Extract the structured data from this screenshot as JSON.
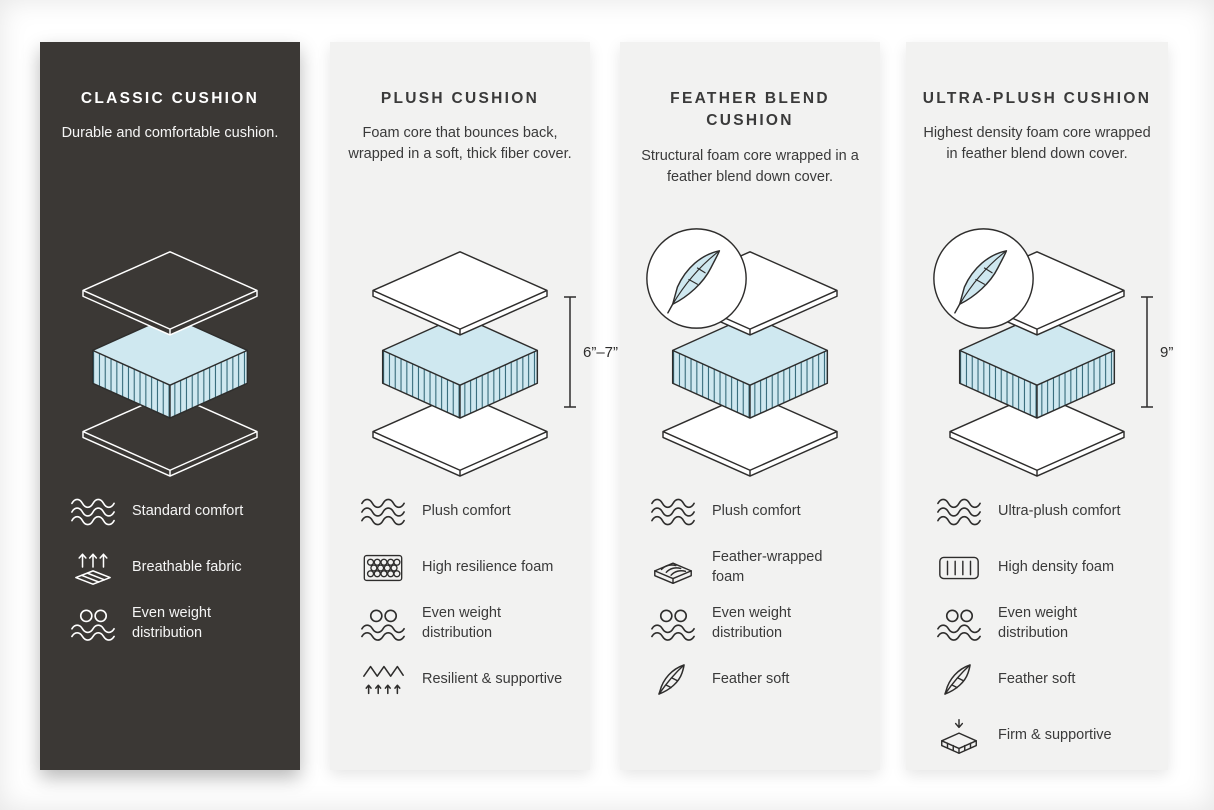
{
  "colors": {
    "page_background": "#ffffff",
    "dark_card_background": "#3b3835",
    "light_card_background": "#f2f2f1",
    "cushion_fill_blue": "#cfe8f0",
    "line_dark": "#2e2d2c",
    "line_light": "#ffffff"
  },
  "cards": [
    {
      "id": "classic-cushion",
      "theme": "dark",
      "title": "CLASSIC CUSHION",
      "description": "Durable and comfortable cushion.",
      "illustration": {
        "type": "layered-cushion"
      },
      "features": [
        {
          "icon": "wave-icon",
          "label": "Standard comfort"
        },
        {
          "icon": "breathable-icon",
          "label": "Breathable fabric"
        },
        {
          "icon": "even-weight-icon",
          "label": "Even weight distribution"
        }
      ]
    },
    {
      "id": "plush-cushion",
      "theme": "light",
      "title": "PLUSH CUSHION",
      "description": "Foam core that bounces back, wrapped in a soft, thick fiber cover.",
      "dimension": "6”–7”",
      "illustration": {
        "type": "layered-cushion",
        "dimension_icon": "height-dimension-icon"
      },
      "features": [
        {
          "icon": "wave-icon",
          "label": "Plush comfort"
        },
        {
          "icon": "honeycomb-icon",
          "label": "High resilience foam"
        },
        {
          "icon": "even-weight-icon",
          "label": "Even weight distribution"
        },
        {
          "icon": "spring-icon",
          "label": "Resilient & supportive"
        }
      ]
    },
    {
      "id": "feather-blend-cushion",
      "theme": "light",
      "title": "FEATHER BLEND CUSHION",
      "description": "Structural foam core wrapped in a feather blend down cover.",
      "illustration": {
        "type": "layered-cushion",
        "badge_icon": "feather-badge-icon"
      },
      "features": [
        {
          "icon": "wave-icon",
          "label": "Plush comfort"
        },
        {
          "icon": "feather-wrap-icon",
          "label": "Feather-wrapped foam"
        },
        {
          "icon": "even-weight-icon",
          "label": "Even weight distribution"
        },
        {
          "icon": "feather-icon",
          "label": "Feather soft"
        }
      ]
    },
    {
      "id": "ultra-plush-cushion",
      "theme": "light",
      "title": "ULTRA-PLUSH CUSHION",
      "description": "Highest density foam core wrapped in feather blend down cover.",
      "dimension": "9”",
      "illustration": {
        "type": "layered-cushion",
        "badge_icon": "feather-badge-icon",
        "dimension_icon": "height-dimension-icon"
      },
      "features": [
        {
          "icon": "wave-icon",
          "label": "Ultra-plush comfort"
        },
        {
          "icon": "foam-cells-icon",
          "label": "High density foam"
        },
        {
          "icon": "even-weight-icon",
          "label": "Even weight distribution"
        },
        {
          "icon": "feather-icon",
          "label": "Feather soft"
        },
        {
          "icon": "firm-icon",
          "label": "Firm & supportive"
        }
      ]
    }
  ]
}
